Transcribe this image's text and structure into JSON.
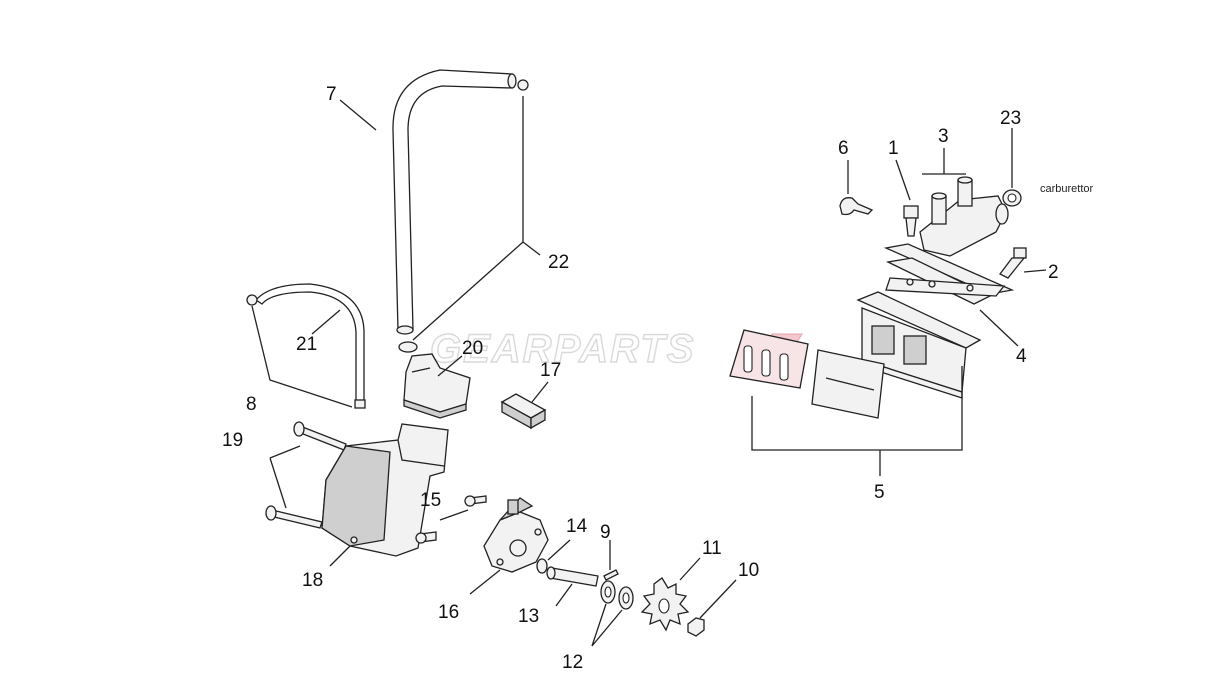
{
  "watermark": "GEARPARTS",
  "note_carburettor": "carburettor",
  "callouts": {
    "c1": "1",
    "c2": "2",
    "c3": "3",
    "c4": "4",
    "c5": "5",
    "c6": "6",
    "c7": "7",
    "c8": "8",
    "c9": "9",
    "c10": "10",
    "c11": "11",
    "c12": "12",
    "c13": "13",
    "c14": "14",
    "c15": "15",
    "c16": "16",
    "c17": "17",
    "c18": "18",
    "c19": "19",
    "c20": "20",
    "c21": "21",
    "c22": "22",
    "c23": "23"
  },
  "colors": {
    "watermark_accent": "#e8a0a8",
    "line": "#222222"
  }
}
